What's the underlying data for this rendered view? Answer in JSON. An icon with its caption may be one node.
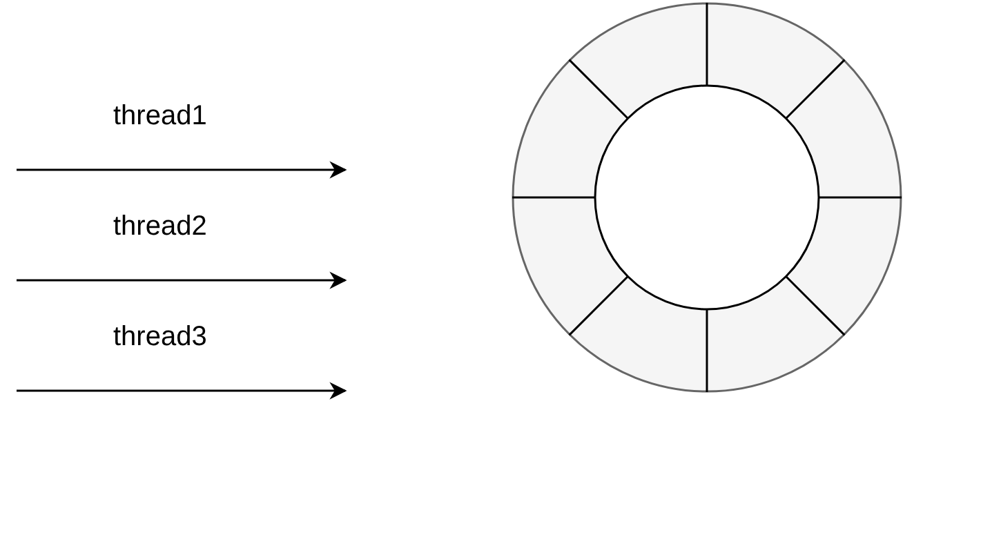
{
  "diagram": {
    "nodes": [
      {
        "text": [],
        "shape": "circle"
      }
    ],
    "labels": [
      "thread1",
      "thread2",
      "thread3"
    ]
  }
}
